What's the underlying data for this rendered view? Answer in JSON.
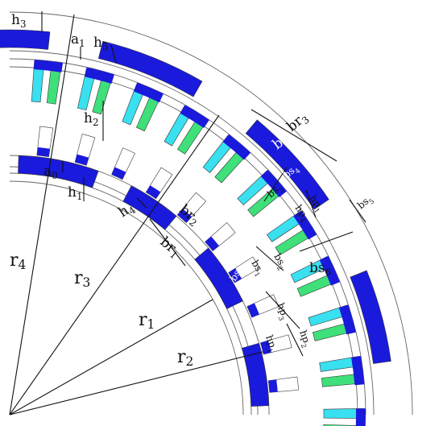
{
  "diagram": {
    "colors": {
      "magnet": "#1a1adc",
      "magnet_dark": "#0d0d9a",
      "coil_cyan": "#39e0f0",
      "coil_green": "#3fe07a",
      "outline": "#333333",
      "background": "#ffffff"
    },
    "radius_labels": {
      "r1": "r1",
      "r2": "r2",
      "r3": "r3",
      "r4": "r4"
    },
    "dimension_labels": {
      "h1": "h1",
      "h2": "h2",
      "h3": "h3",
      "h4": "h4",
      "h5": "h5",
      "a0": "a0",
      "a1": "a1",
      "br1": "br1",
      "br2": "br2",
      "br3": "br3",
      "br4": "br4",
      "bs0": "bs0",
      "bs1": "bs1",
      "bs2": "bs2",
      "bs3": "bs3",
      "bs4": "bs4",
      "bs5": "bs5",
      "bs6": "bs6",
      "hp1": "hp1",
      "hp2": "hp2",
      "hp3": "hp3",
      "hp4": "hp4"
    }
  }
}
